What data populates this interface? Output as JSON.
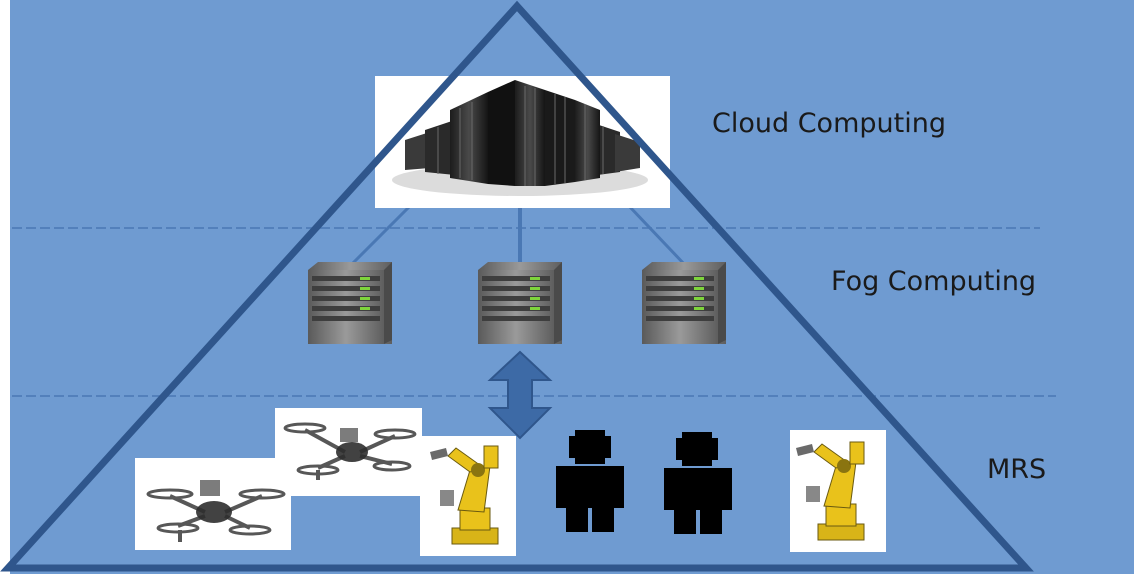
{
  "layers": [
    {
      "id": "cloud",
      "label": "Cloud Computing"
    },
    {
      "id": "fog",
      "label": "Fog Computing"
    },
    {
      "id": "mrs",
      "label": "MRS"
    }
  ],
  "colors": {
    "background": "#6f9bd1",
    "outline": "#2f568c",
    "dashed_divider": "#4a78b4",
    "connector": "#4a78b4",
    "arrow_fill": "#3d6aa6",
    "silhouette": "#000000",
    "robot_arm": "#e9c21b",
    "server_led": "#7ed43c"
  },
  "icons": {
    "cloud_tier": "data-center-icon",
    "fog_tier": "server-icon",
    "link": "bidirectional-arrow-icon",
    "devices": [
      "drone-icon",
      "drone-icon",
      "robot-arm-icon",
      "person-icon",
      "person-icon",
      "robot-arm-icon"
    ]
  }
}
